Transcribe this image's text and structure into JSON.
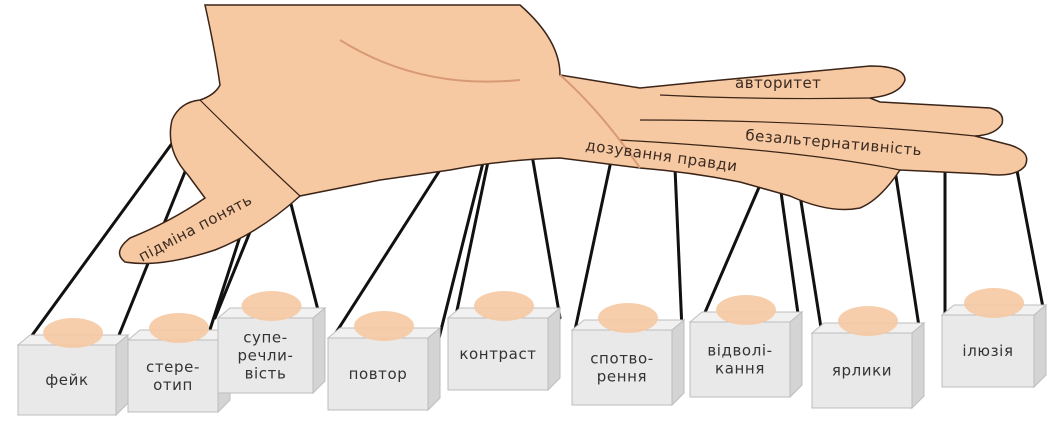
{
  "hand_labels": {
    "avtorytet": "авторитет",
    "bezalternatyvnist": "безальтернативність",
    "dozuvannia": "дозування правди",
    "pidmina": "підміна понять"
  },
  "boxes": [
    {
      "lines": [
        "фейк"
      ]
    },
    {
      "lines": [
        "стере-",
        "отип"
      ]
    },
    {
      "lines": [
        "супе-",
        "речли-",
        "вість"
      ]
    },
    {
      "lines": [
        "повтор"
      ]
    },
    {
      "lines": [
        "контраст"
      ]
    },
    {
      "lines": [
        "спотво-",
        "рення"
      ]
    },
    {
      "lines": [
        "відволі-",
        "кання"
      ]
    },
    {
      "lines": [
        "ярлики"
      ]
    },
    {
      "lines": [
        "ілюзія"
      ]
    }
  ],
  "colors": {
    "skin": "#f6c9a2",
    "skin_shade": "#e9ad85",
    "outline": "#3b2418",
    "box_front": "#e9e9e9",
    "box_side": "#d4d4d4",
    "string": "#111111"
  }
}
